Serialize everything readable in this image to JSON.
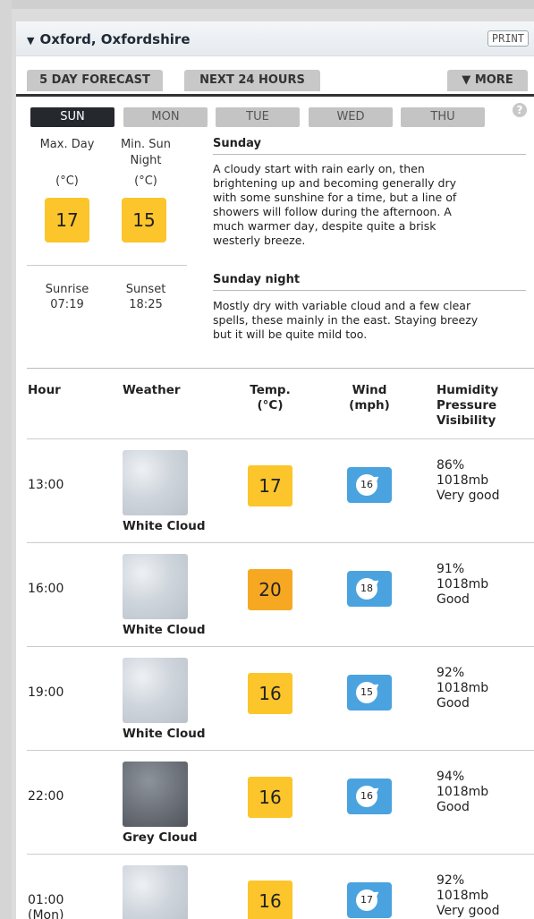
{
  "location": "Oxford, Oxfordshire",
  "print_label": "PRINT",
  "tabs": [
    "5 DAY FORECAST",
    "NEXT 24 HOURS",
    "▼ MORE"
  ],
  "days": [
    "SUN",
    "MON",
    "TUE",
    "WED",
    "THU"
  ],
  "help": "?",
  "summary": {
    "max_label": "Max. Day",
    "min_label_1": "Min. Sun",
    "min_label_2": "Night",
    "unit": "(°C)",
    "max_temp": "17",
    "min_temp": "15",
    "sunrise_label": "Sunrise",
    "sunrise": "07:19",
    "sunset_label": "Sunset",
    "sunset": "18:25"
  },
  "day_head": "Sunday",
  "day_text_lines": [
    "A cloudy start with rain early on, then",
    "brightening up and becoming generally dry",
    "with some sunshine for a time, but a line of",
    "showers will follow during the afternoon. A",
    "much warmer day, despite quite a brisk",
    "westerly breeze."
  ],
  "night_head": "Sunday night",
  "night_text_lines": [
    "Mostly dry with variable cloud and a few clear",
    "spells, these mainly in the east. Staying breezy",
    "but it will be quite mild too."
  ],
  "headers": {
    "hour": "Hour",
    "weather": "Weather",
    "temp_1": "Temp.",
    "temp_2": "(°C)",
    "wind_1": "Wind",
    "wind_2": "(mph)",
    "stat_1": "Humidity",
    "stat_2": "Pressure",
    "stat_3": "Visibility"
  },
  "rows": [
    {
      "hour": "13:00",
      "hour2": "",
      "weather": "White Cloud",
      "temp": "17",
      "wind": "16",
      "humidity": "86%",
      "pressure": "1018mb",
      "visibility": "Very good"
    },
    {
      "hour": "16:00",
      "hour2": "",
      "weather": "White Cloud",
      "temp": "20",
      "wind": "18",
      "humidity": "91%",
      "pressure": "1018mb",
      "visibility": "Good"
    },
    {
      "hour": "19:00",
      "hour2": "",
      "weather": "White Cloud",
      "temp": "16",
      "wind": "15",
      "humidity": "92%",
      "pressure": "1018mb",
      "visibility": "Good"
    },
    {
      "hour": "22:00",
      "hour2": "",
      "weather": "Grey Cloud",
      "temp": "16",
      "wind": "16",
      "humidity": "94%",
      "pressure": "1018mb",
      "visibility": "Good"
    },
    {
      "hour": "01:00",
      "hour2": "(Mon)",
      "weather": "",
      "temp": "16",
      "wind": "17",
      "humidity": "92%",
      "pressure": "1018mb",
      "visibility": "Very good"
    }
  ]
}
